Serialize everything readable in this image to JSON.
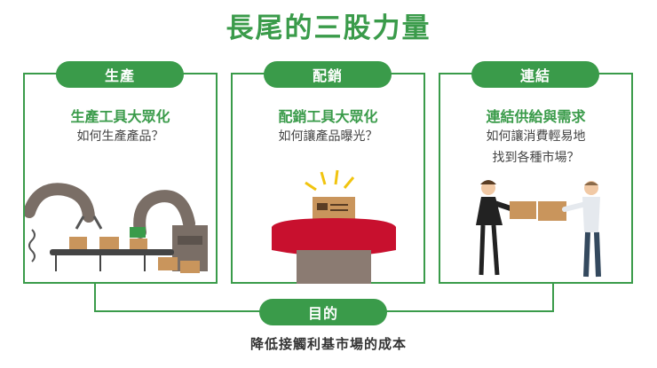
{
  "title": "長尾的三股力量",
  "panels": [
    {
      "label": "生產",
      "heading": "生產工具大眾化",
      "lines": [
        "如何生產產品？"
      ]
    },
    {
      "label": "配銷",
      "heading": "配銷工具大眾化",
      "lines": [
        "如何讓產品曝光？"
      ]
    },
    {
      "label": "連結",
      "heading": "連結供給與需求",
      "lines": [
        "如何讓消費輕易地",
        "找到各種市場？"
      ]
    }
  ],
  "goal": {
    "label": "目的",
    "text": "降低接觸利基市場的成本"
  },
  "colors": {
    "accent": "#3a9b4a",
    "box": "#c9955c",
    "pedestal_top": "#c8102e"
  }
}
